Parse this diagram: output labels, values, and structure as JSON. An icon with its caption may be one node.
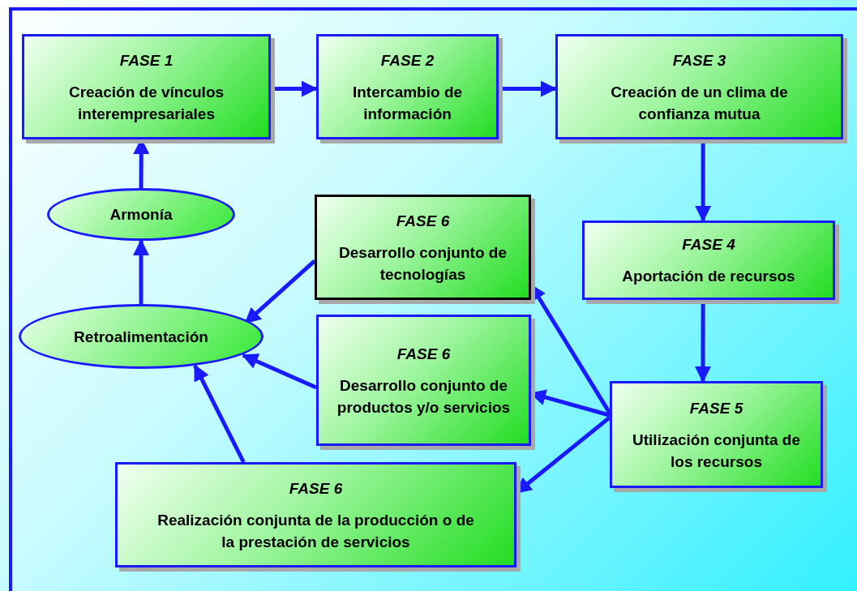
{
  "diagram": {
    "nodes": [
      {
        "text": [
          "FASE 1",
          "Creación de vínculos interempresariales"
        ]
      },
      {
        "text": [
          "FASE 2",
          "Intercambio de información"
        ]
      },
      {
        "text": [
          "FASE 3",
          "Creación de un clima de confianza mutua"
        ]
      },
      {
        "text": [
          "Armonía"
        ]
      },
      {
        "text": [
          "FASE 6",
          "Desarrollo conjunto de tecnologías"
        ]
      },
      {
        "text": [
          "FASE 4",
          "Aportación de recursos"
        ]
      },
      {
        "text": [
          "Retroalimentación"
        ]
      },
      {
        "text": [
          "FASE 6",
          "Desarrollo conjunto de productos y/o servicios"
        ]
      },
      {
        "text": [
          "FASE 5",
          "Utilización conjunta de los recursos"
        ]
      },
      {
        "text": [
          "FASE 6",
          "Realización conjunta de la producción o de la prestación de servicios"
        ]
      }
    ],
    "edges": [
      {
        "from": 0,
        "to": 1,
        "arrow": "to"
      },
      {
        "from": 1,
        "to": 2,
        "arrow": "to"
      },
      {
        "from": 2,
        "to": 5,
        "arrow": "to"
      },
      {
        "from": 5,
        "to": 8,
        "arrow": "to"
      },
      {
        "from": 8,
        "to": 4,
        "arrow": "to"
      },
      {
        "from": 8,
        "to": 7,
        "arrow": "to"
      },
      {
        "from": 8,
        "to": 9,
        "arrow": "to"
      },
      {
        "from": 4,
        "to": 6,
        "arrow": "to"
      },
      {
        "from": 7,
        "to": 6,
        "arrow": "to"
      },
      {
        "from": 9,
        "to": 6,
        "arrow": "to"
      },
      {
        "from": 6,
        "to": 3,
        "arrow": "to"
      },
      {
        "from": 3,
        "to": 0,
        "arrow": "to"
      }
    ]
  }
}
